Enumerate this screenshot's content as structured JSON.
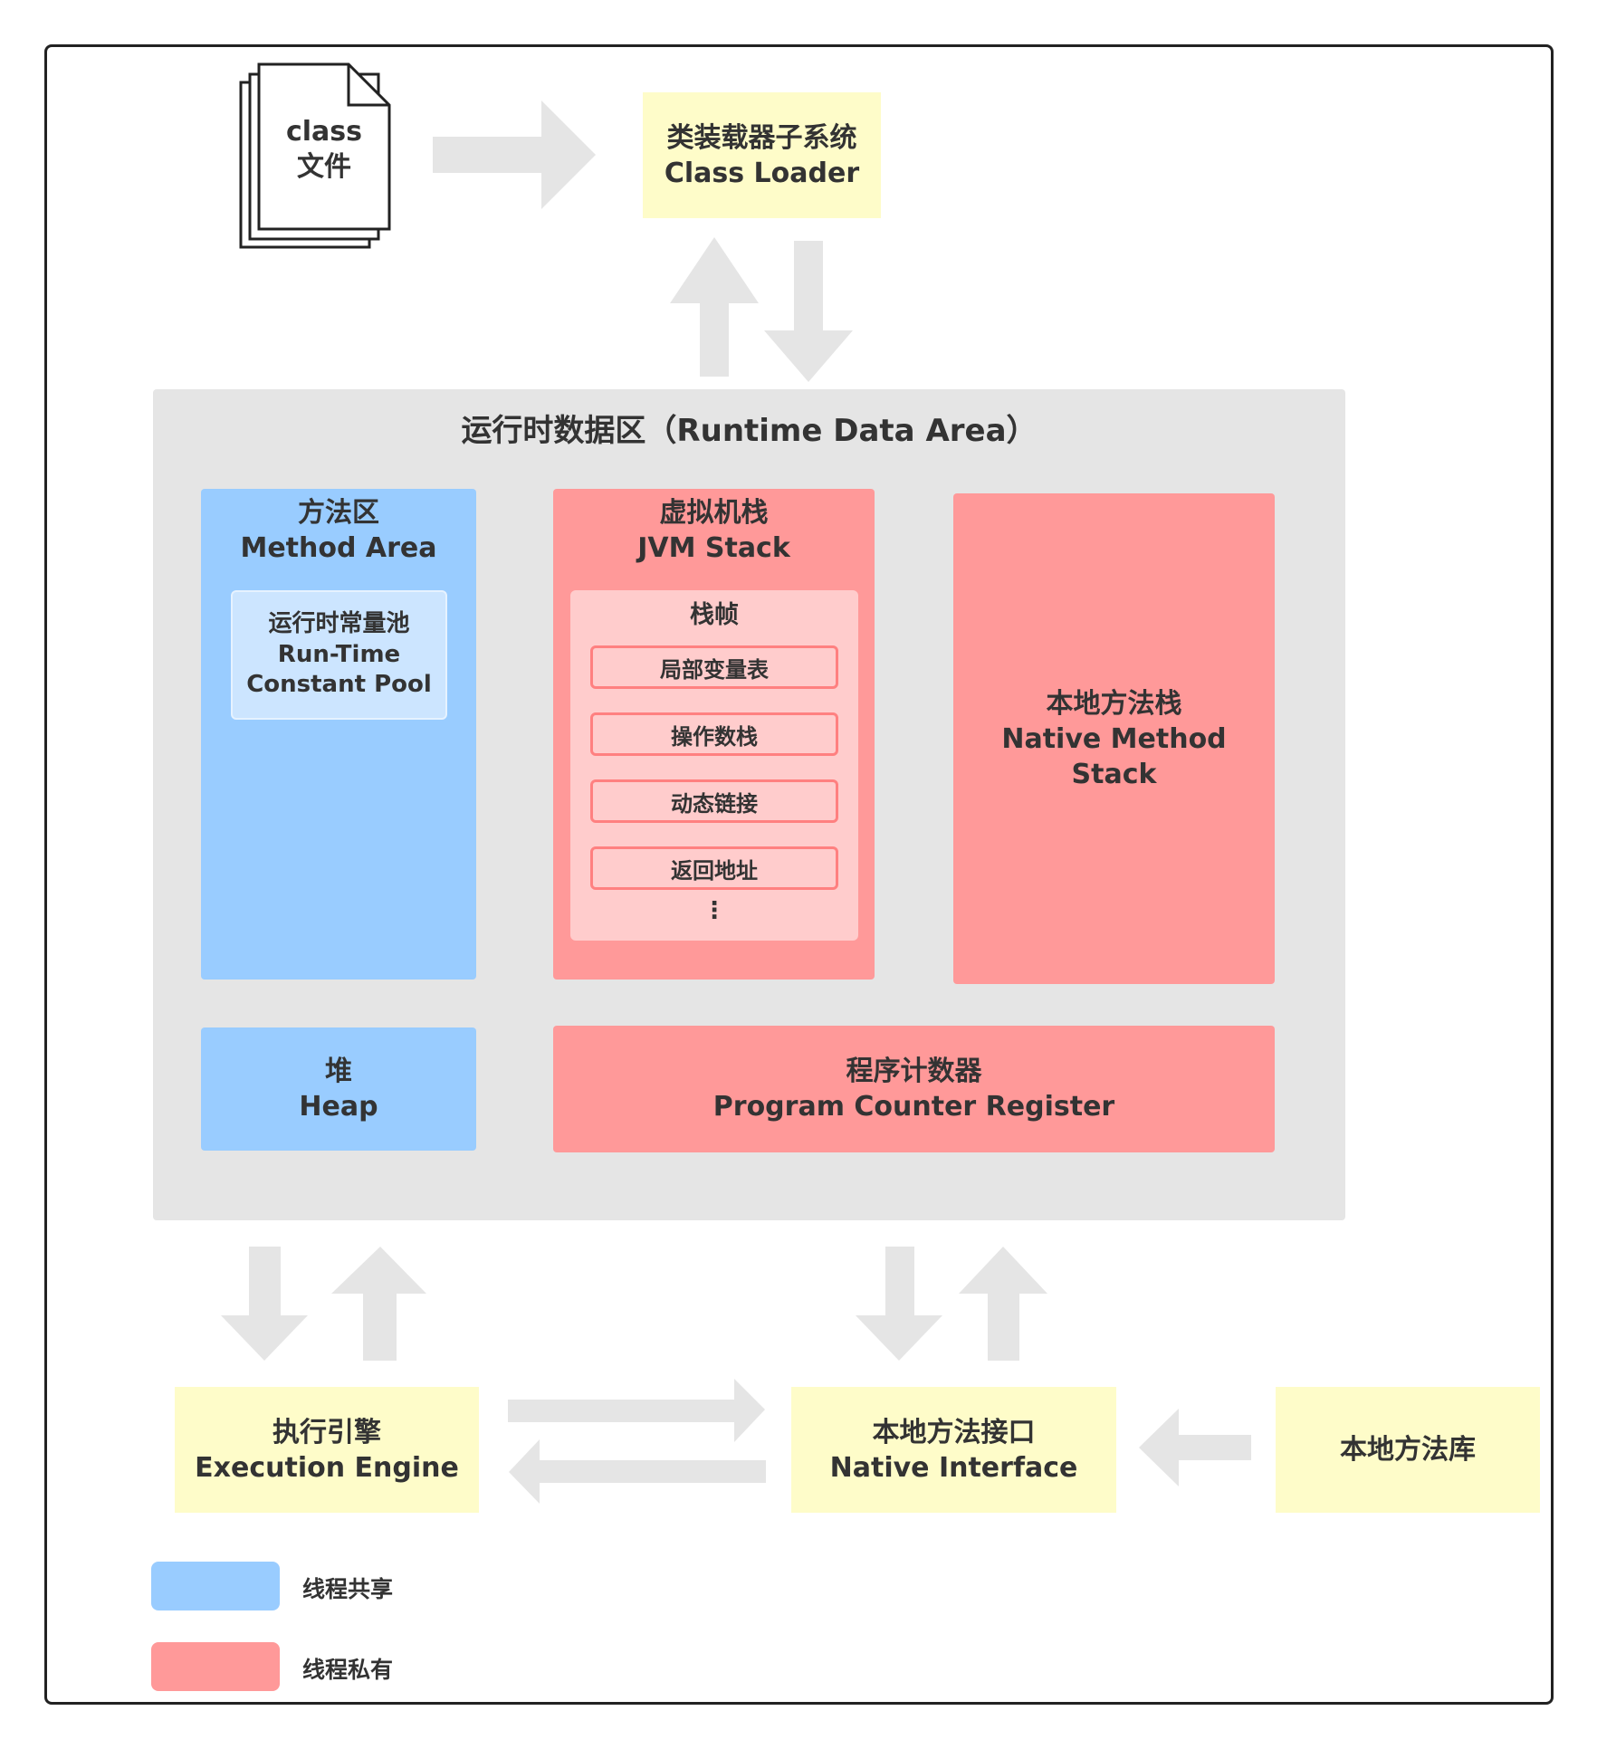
{
  "class_file": {
    "line1": "class",
    "line2": "文件"
  },
  "class_loader": {
    "zh": "类装载器子系统",
    "en": "Class Loader"
  },
  "runtime_data_area": {
    "title": "运行时数据区（Runtime Data Area）"
  },
  "method_area": {
    "zh": "方法区",
    "en": "Method Area"
  },
  "constant_pool": {
    "zh": "运行时常量池",
    "en1": "Run-Time",
    "en2": "Constant Pool"
  },
  "jvm_stack": {
    "zh": "虚拟机栈",
    "en": "JVM  Stack",
    "frame_title": "栈帧",
    "items": [
      "局部变量表",
      "操作数栈",
      "动态链接",
      "返回地址"
    ],
    "ellipsis": "⋮"
  },
  "native_method_stack": {
    "zh": "本地方法栈",
    "en1": "Native  Method",
    "en2": "Stack"
  },
  "heap": {
    "zh": "堆",
    "en": "Heap"
  },
  "pc_register": {
    "zh": "程序计数器",
    "en": "Program  Counter  Register"
  },
  "execution_engine": {
    "zh": "执行引擎",
    "en": "Execution  Engine"
  },
  "native_interface": {
    "zh": "本地方法接口",
    "en": "Native Interface"
  },
  "native_library": {
    "zh": "本地方法库"
  },
  "legend": [
    {
      "label": "线程共享",
      "color": "#99ccff"
    },
    {
      "label": "线程私有",
      "color": "#ff9999"
    }
  ],
  "colors": {
    "shared": "#99ccff",
    "private": "#ff9999",
    "external": "#fefcc9",
    "runtime_area": "#e5e5e5",
    "arrow": "#e5e5e5"
  }
}
